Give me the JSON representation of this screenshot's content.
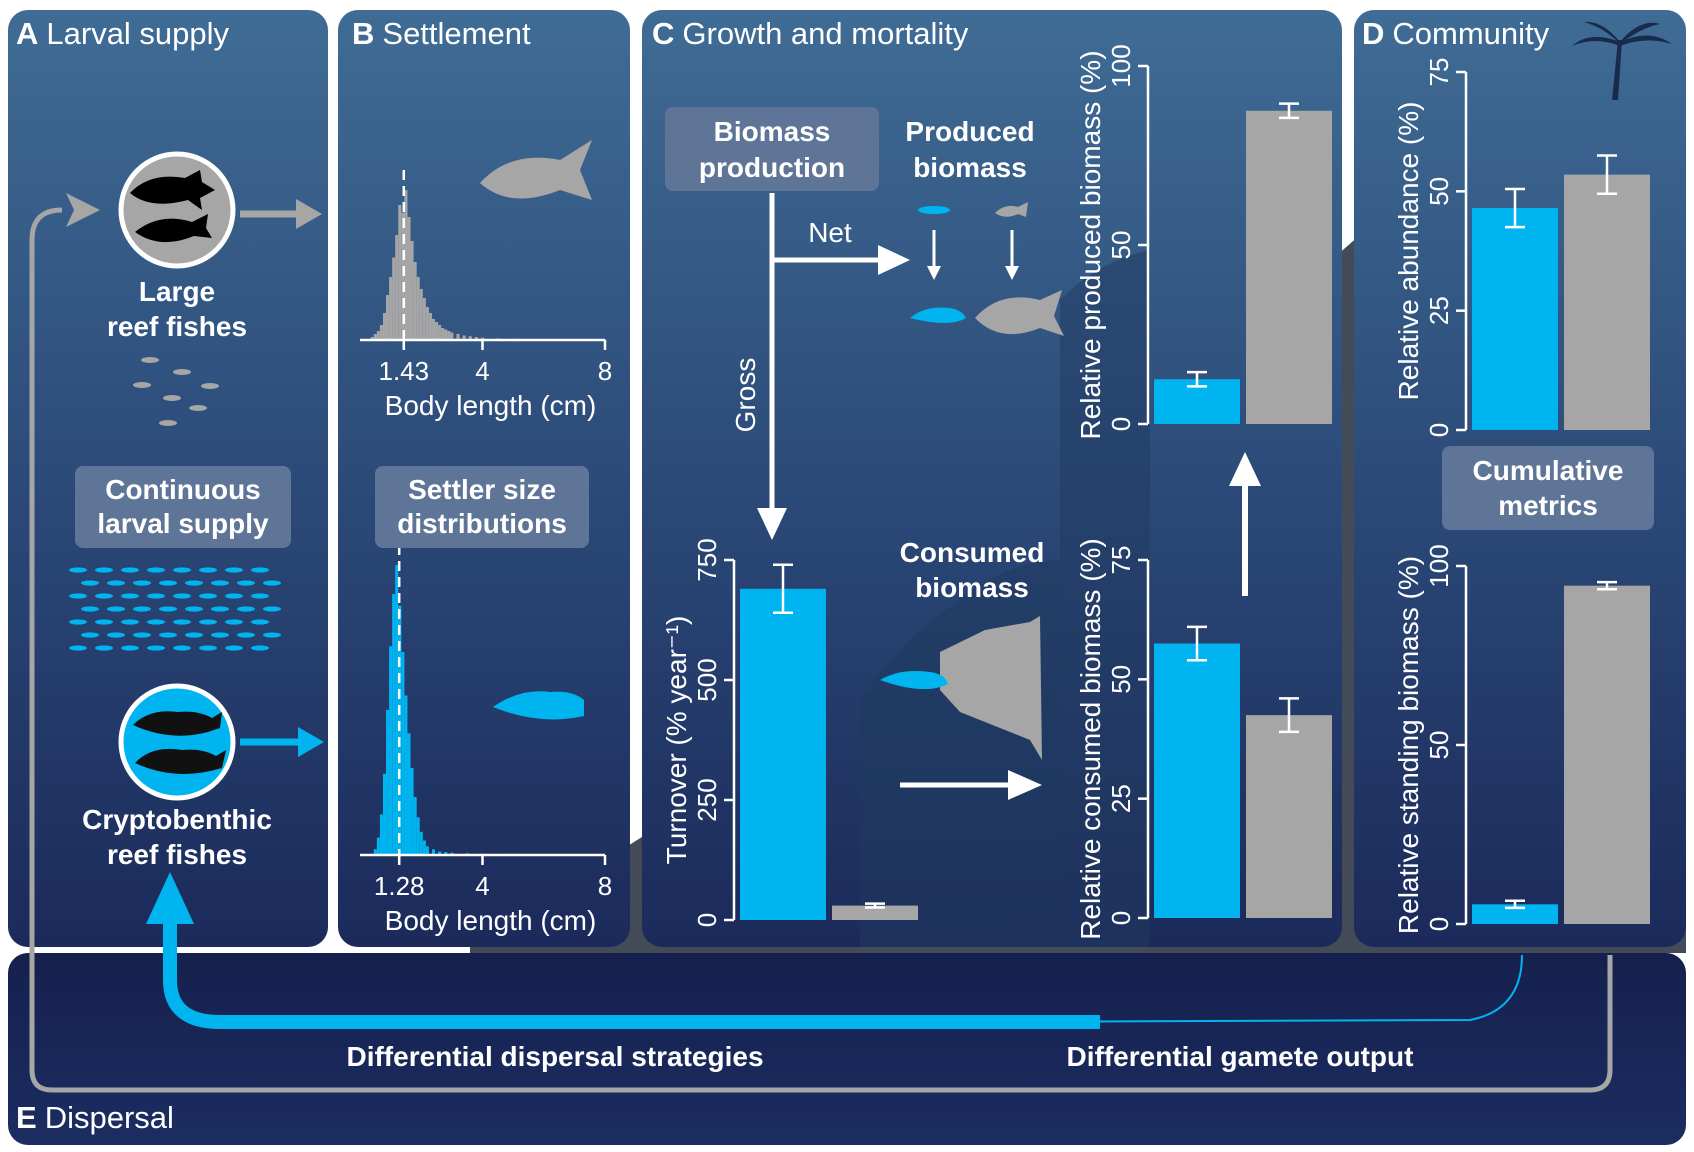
{
  "panels": {
    "A": {
      "letter": "A",
      "title": "Larval supply"
    },
    "B": {
      "letter": "B",
      "title": "Settlement"
    },
    "C": {
      "letter": "C",
      "title": "Growth and mortality"
    },
    "D": {
      "letter": "D",
      "title": "Community"
    },
    "E": {
      "letter": "E",
      "title": "Dispersal"
    }
  },
  "labels": {
    "large_fish_line1": "Large",
    "large_fish_line2": "reef fishes",
    "crypto_line1": "Cryptobenthic",
    "crypto_line2": "reef fishes",
    "continuous_line1": "Continuous",
    "continuous_line2": "larval supply",
    "settler_line1": "Settler size",
    "settler_line2": "distributions",
    "biomass_prod_line1": "Biomass",
    "biomass_prod_line2": "production",
    "produced_line1": "Produced",
    "produced_line2": "biomass",
    "consumed_line1": "Consumed",
    "consumed_line2": "biomass",
    "cumulative_line1": "Cumulative",
    "cumulative_line2": "metrics",
    "net": "Net",
    "gross": "Gross",
    "dispersal_strategies": "Differential dispersal strategies",
    "gamete_output": "Differential gamete output"
  },
  "colors": {
    "crypto": "#00b4f0",
    "large": "#a6a6a6",
    "panel_bg_top": "#3d6a92",
    "panel_bg_bottom": "#1b2a5a",
    "label_box": "#5f7597"
  },
  "icons": {
    "large_fish": "fish-silhouette-icon",
    "crypto_fish": "goby-silhouette-icon",
    "arrow": "arrow-right-icon"
  },
  "chart_data": [
    {
      "id": "hist_large",
      "type": "histogram",
      "xlabel": "Body length (cm)",
      "x_ticks": [
        1.43,
        4,
        8
      ],
      "x_tick_labels": [
        "1.43",
        "4",
        "8"
      ],
      "xlim": [
        0,
        8
      ],
      "marker_line": 1.43,
      "marker_style": "dashed",
      "series": [
        {
          "name": "Large reef fishes",
          "color": "#a6a6a6",
          "bins": [
            [
              0.4,
              0.02
            ],
            [
              0.5,
              0.04
            ],
            [
              0.6,
              0.06
            ],
            [
              0.7,
              0.1
            ],
            [
              0.8,
              0.18
            ],
            [
              0.9,
              0.3
            ],
            [
              1.0,
              0.42
            ],
            [
              1.1,
              0.55
            ],
            [
              1.2,
              0.7
            ],
            [
              1.3,
              0.9
            ],
            [
              1.4,
              0.85
            ],
            [
              1.5,
              1.0
            ],
            [
              1.6,
              0.82
            ],
            [
              1.7,
              0.66
            ],
            [
              1.8,
              0.52
            ],
            [
              1.9,
              0.42
            ],
            [
              2.0,
              0.34
            ],
            [
              2.1,
              0.28
            ],
            [
              2.2,
              0.22
            ],
            [
              2.3,
              0.18
            ],
            [
              2.4,
              0.14
            ],
            [
              2.5,
              0.12
            ],
            [
              2.6,
              0.1
            ],
            [
              2.7,
              0.08
            ],
            [
              2.8,
              0.07
            ],
            [
              2.9,
              0.06
            ],
            [
              3.0,
              0.05
            ],
            [
              3.2,
              0.04
            ],
            [
              3.4,
              0.03
            ],
            [
              3.6,
              0.025
            ],
            [
              3.8,
              0.02
            ],
            [
              4.0,
              0.015
            ],
            [
              4.5,
              0.01
            ],
            [
              5.0,
              0.008
            ],
            [
              5.5,
              0.006
            ],
            [
              6.0,
              0.005
            ],
            [
              7.0,
              0.004
            ],
            [
              8.0,
              0.003
            ]
          ]
        }
      ]
    },
    {
      "id": "hist_crypto",
      "type": "histogram",
      "xlabel": "Body length (cm)",
      "x_ticks": [
        1.28,
        4,
        8
      ],
      "x_tick_labels": [
        "1.28",
        "4",
        "8"
      ],
      "xlim": [
        0,
        8
      ],
      "marker_line": 1.28,
      "marker_style": "dashed",
      "series": [
        {
          "name": "Cryptobenthic reef fishes",
          "color": "#00b4f0",
          "bins": [
            [
              0.5,
              0.02
            ],
            [
              0.6,
              0.06
            ],
            [
              0.7,
              0.14
            ],
            [
              0.8,
              0.28
            ],
            [
              0.9,
              0.5
            ],
            [
              1.0,
              0.72
            ],
            [
              1.1,
              0.9
            ],
            [
              1.2,
              1.0
            ],
            [
              1.3,
              0.86
            ],
            [
              1.4,
              0.7
            ],
            [
              1.5,
              0.55
            ],
            [
              1.6,
              0.42
            ],
            [
              1.7,
              0.3
            ],
            [
              1.8,
              0.2
            ],
            [
              1.9,
              0.13
            ],
            [
              2.0,
              0.08
            ],
            [
              2.1,
              0.05
            ],
            [
              2.2,
              0.03
            ],
            [
              2.4,
              0.02
            ],
            [
              2.6,
              0.012
            ],
            [
              2.8,
              0.01
            ],
            [
              3.0,
              0.008
            ],
            [
              3.5,
              0.006
            ],
            [
              4.0,
              0.005
            ],
            [
              5.0,
              0.004
            ],
            [
              6.0,
              0.003
            ]
          ]
        }
      ]
    },
    {
      "id": "turnover",
      "type": "bar",
      "ylabel": "Turnover (% year⁻¹)",
      "ylim": [
        0,
        750
      ],
      "y_ticks": [
        0,
        250,
        500,
        750
      ],
      "series": [
        {
          "color": "#00b4f0",
          "value": 690,
          "err": [
            640,
            740
          ]
        },
        {
          "color": "#a6a6a6",
          "value": 30,
          "err": [
            26,
            34
          ]
        }
      ]
    },
    {
      "id": "produced",
      "type": "bar",
      "ylabel": "Relative produced biomass (%)",
      "ylim": [
        0,
        100
      ],
      "y_ticks": [
        0,
        50,
        100
      ],
      "series": [
        {
          "color": "#00b4f0",
          "value": 12.5,
          "err": [
            10.5,
            14.5
          ]
        },
        {
          "color": "#a6a6a6",
          "value": 87.5,
          "err": [
            85.5,
            89.5
          ]
        }
      ]
    },
    {
      "id": "consumed",
      "type": "bar",
      "ylabel": "Relative consumed biomass (%)",
      "ylim": [
        0,
        75
      ],
      "y_ticks": [
        0,
        25,
        50,
        75
      ],
      "series": [
        {
          "color": "#00b4f0",
          "value": 57.5,
          "err": [
            54,
            61
          ]
        },
        {
          "color": "#a6a6a6",
          "value": 42.5,
          "err": [
            39,
            46
          ]
        }
      ]
    },
    {
      "id": "abundance",
      "type": "bar",
      "ylabel": "Relative abundance (%)",
      "ylim": [
        0,
        75
      ],
      "y_ticks": [
        0,
        25,
        50,
        75
      ],
      "series": [
        {
          "color": "#00b4f0",
          "value": 46.5,
          "err": [
            42.5,
            50.5
          ]
        },
        {
          "color": "#a6a6a6",
          "value": 53.5,
          "err": [
            49.5,
            57.5
          ]
        }
      ]
    },
    {
      "id": "standing",
      "type": "bar",
      "ylabel": "Relative standing biomass (%)",
      "ylim": [
        0,
        100
      ],
      "y_ticks": [
        0,
        50,
        100
      ],
      "series": [
        {
          "color": "#00b4f0",
          "value": 5.5,
          "err": [
            4.5,
            6.5
          ]
        },
        {
          "color": "#a6a6a6",
          "value": 94.5,
          "err": [
            93.5,
            95.5
          ]
        }
      ]
    }
  ]
}
